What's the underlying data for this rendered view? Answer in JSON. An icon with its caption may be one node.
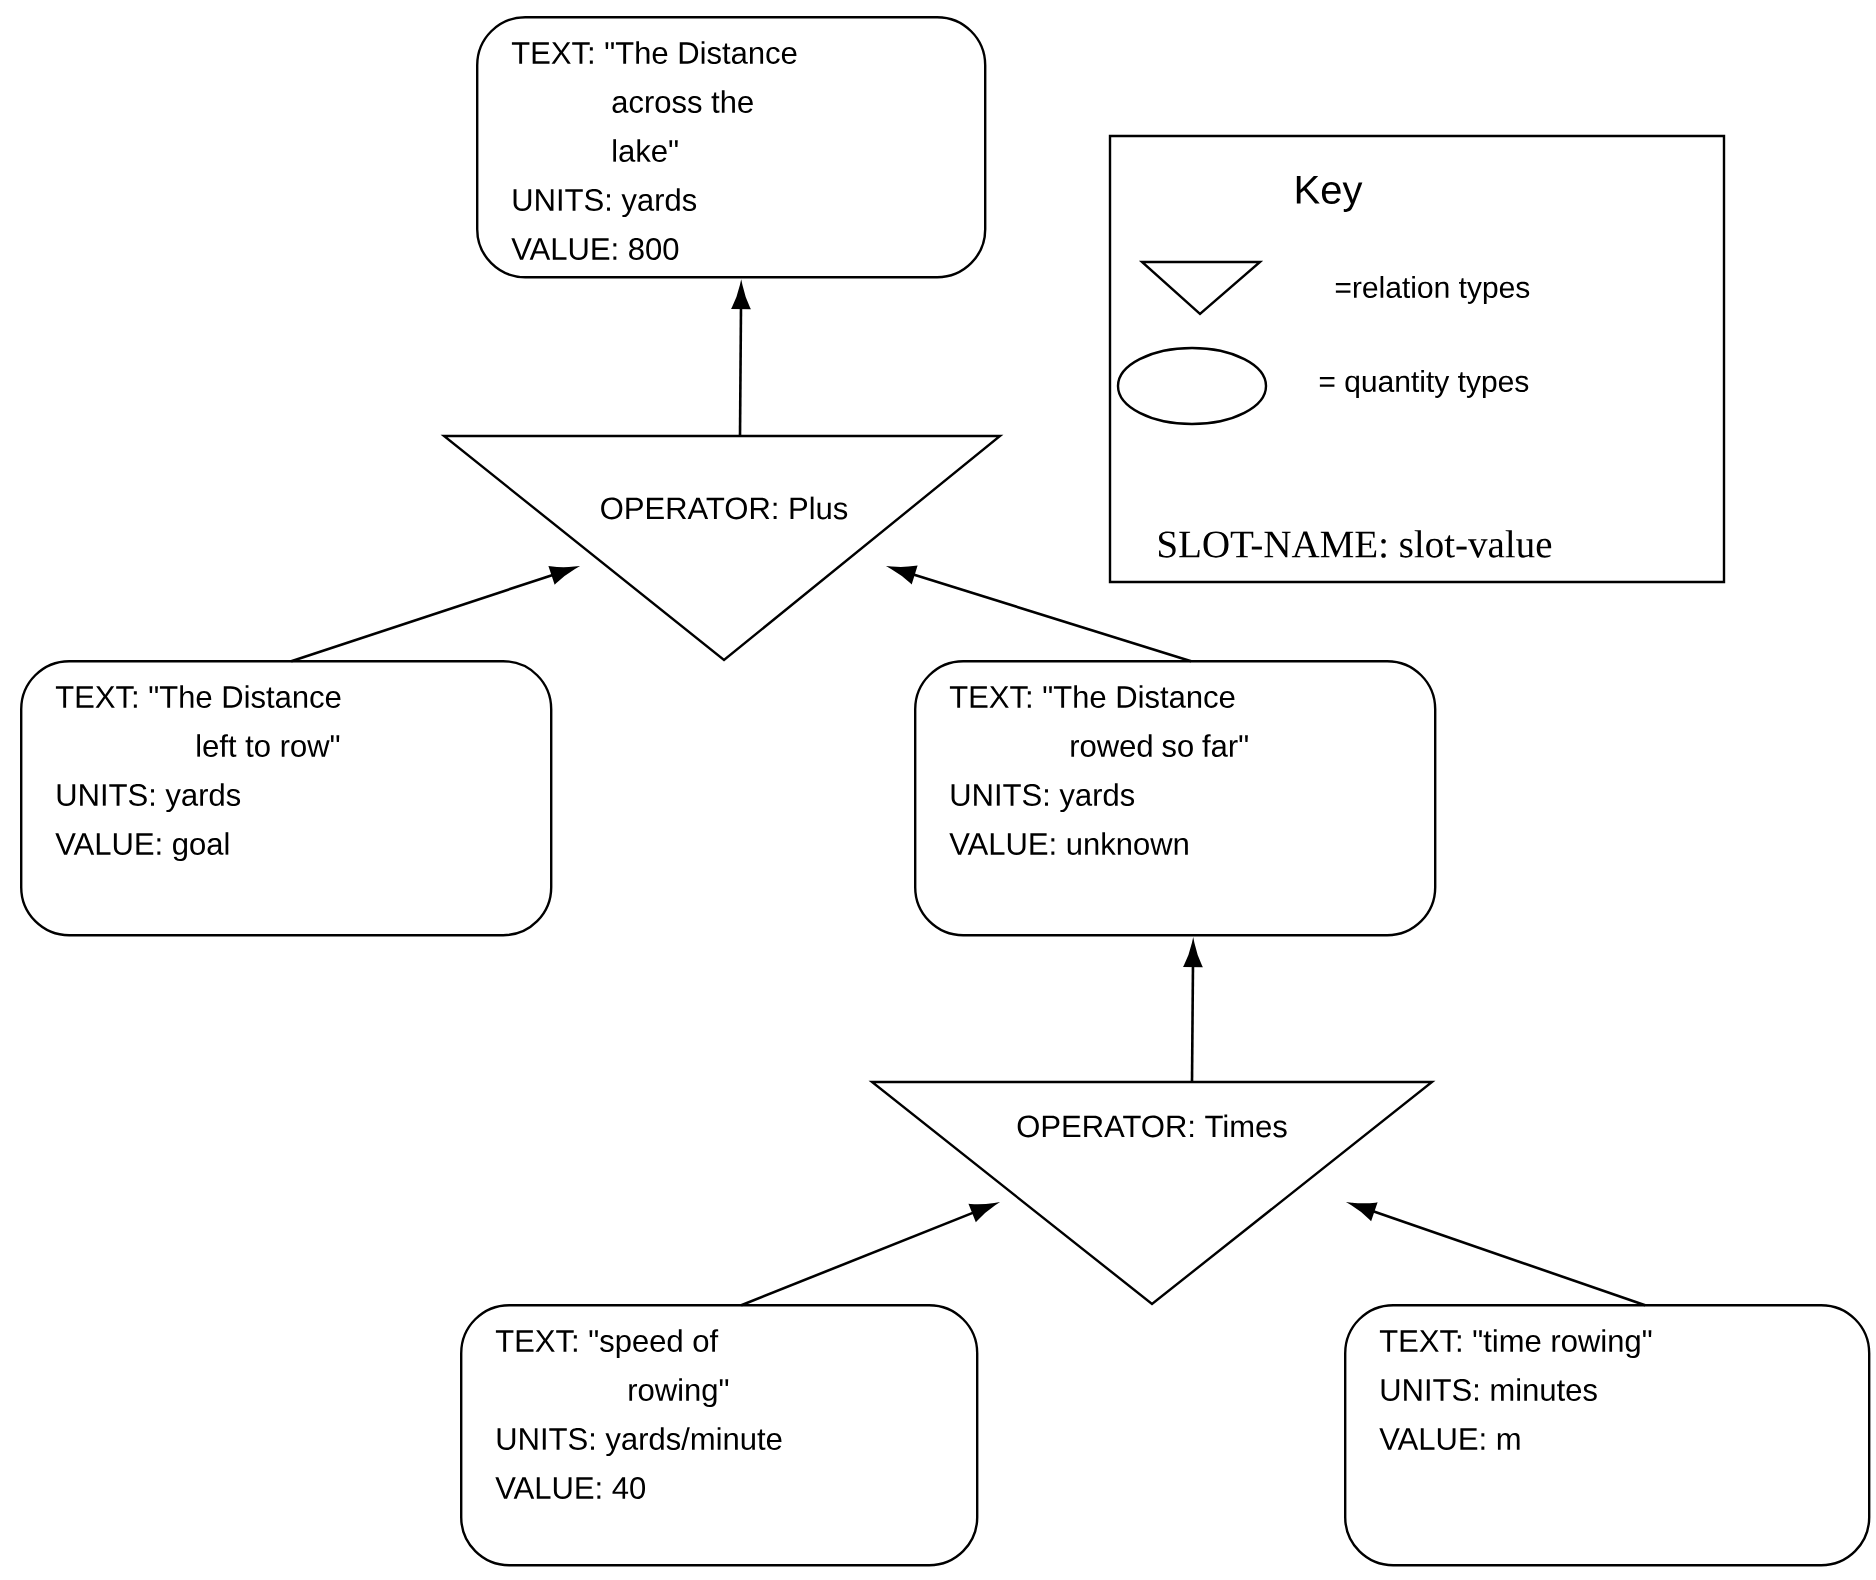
{
  "diagram": {
    "nodes": [
      {
        "text": [
          "TEXT: \"The Distance across the lake\"",
          "UNITS: yards",
          "VALUE: 800"
        ]
      },
      {
        "text": [
          "OPERATOR: Plus"
        ]
      },
      {
        "text": [
          "TEXT: \"The Distance left to row\"",
          "UNITS: yards",
          "VALUE: goal"
        ]
      },
      {
        "text": [
          "TEXT: \"The Distance rowed so far\"",
          "UNITS: yards",
          "VALUE: unknown"
        ]
      },
      {
        "text": [
          "OPERATOR: Times"
        ]
      },
      {
        "text": [
          "TEXT: \"speed of rowing\"",
          "UNITS: yards/minute",
          "VALUE: 40"
        ]
      },
      {
        "text": [
          "TEXT: \"time rowing\"",
          "UNITS: minutes",
          "VALUE: m"
        ]
      }
    ],
    "edges": [
      {
        "from": 1,
        "to": 0,
        "arrow": "to"
      },
      {
        "from": 2,
        "to": 1,
        "arrow": "to"
      },
      {
        "from": 3,
        "to": 1,
        "arrow": "to"
      },
      {
        "from": 4,
        "to": 3,
        "arrow": "to"
      },
      {
        "from": 5,
        "to": 4,
        "arrow": "to"
      },
      {
        "from": 6,
        "to": 4,
        "arrow": "to"
      }
    ],
    "labels": [
      "Key",
      "SLOT-NAME: slot-value"
    ],
    "legend": [
      {
        "text": "=relation types"
      },
      {
        "text": "= quantity types"
      }
    ]
  }
}
